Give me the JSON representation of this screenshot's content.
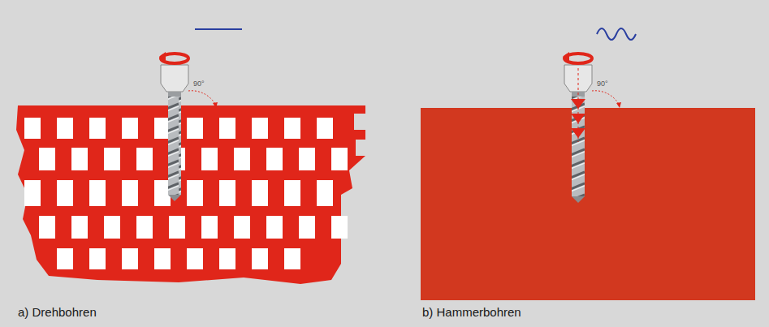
{
  "diagram": {
    "labels": [
      "90°",
      "90°",
      "a) Drehbohren",
      "b) Hammerbohren"
    ]
  }
}
